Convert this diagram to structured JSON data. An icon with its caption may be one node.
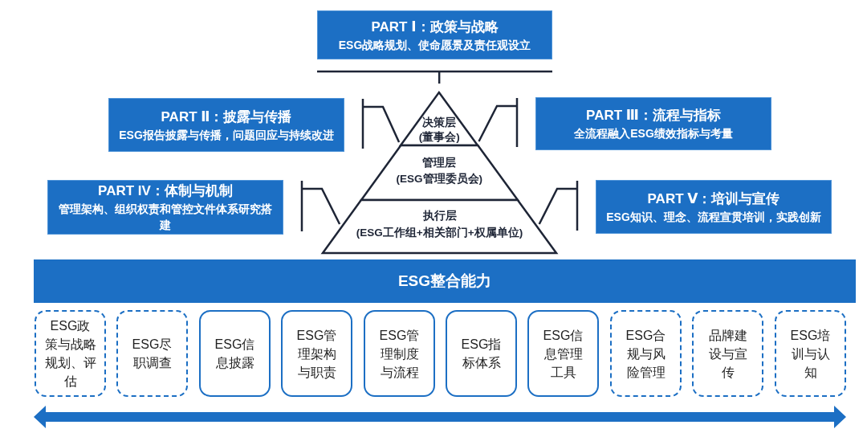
{
  "diagram": {
    "nodes": [
      {
        "text": [
          "PART Ⅰ：政策与战略",
          "ESG战略规划、使命愿景及责任观设立"
        ]
      },
      {
        "text": [
          "PART Ⅱ：披露与传播",
          "ESG报告披露与传播，问题回应与持续改进"
        ]
      },
      {
        "text": [
          "PART Ⅲ：流程与指标",
          "全流程融入ESG绩效指标与考量"
        ]
      },
      {
        "text": [
          "PART IV：体制与机制",
          "管理架构、组织权责和管控文件体系研究搭建"
        ]
      },
      {
        "text": [
          "PART Ⅴ：培训与宣传",
          "ESG知识、理念、流程宣贯培训，实践创新"
        ]
      },
      {
        "text": [
          "决策层",
          "(董事会)"
        ]
      },
      {
        "text": [
          "管理层",
          "(ESG管理委员会)"
        ]
      },
      {
        "text": [
          "执行层",
          "(ESG工作组+相关部门+权属单位)"
        ]
      },
      {
        "text": [
          "ESG整合能力"
        ]
      },
      {
        "text": [
          "ESG政策与战略规划、评估"
        ]
      },
      {
        "text": [
          "ESG尽职调查"
        ]
      },
      {
        "text": [
          "ESG信息披露"
        ]
      },
      {
        "text": [
          "ESG管理架构与职责"
        ]
      },
      {
        "text": [
          "ESG管理制度与流程"
        ]
      },
      {
        "text": [
          "ESG指标体系"
        ]
      },
      {
        "text": [
          "ESG信息管理工具"
        ]
      },
      {
        "text": [
          "ESG合规与风险管理"
        ]
      },
      {
        "text": [
          "品牌建设与宣传"
        ]
      },
      {
        "text": [
          "ESG培训与认知"
        ]
      }
    ],
    "edges": [
      {
        "from": 0,
        "to": 5,
        "arrow": "other"
      },
      {
        "from": 1,
        "to": 5,
        "arrow": "other"
      },
      {
        "from": 2,
        "to": 5,
        "arrow": "other"
      },
      {
        "from": 3,
        "to": 7,
        "arrow": "other"
      },
      {
        "from": 4,
        "to": 7,
        "arrow": "other"
      }
    ]
  }
}
